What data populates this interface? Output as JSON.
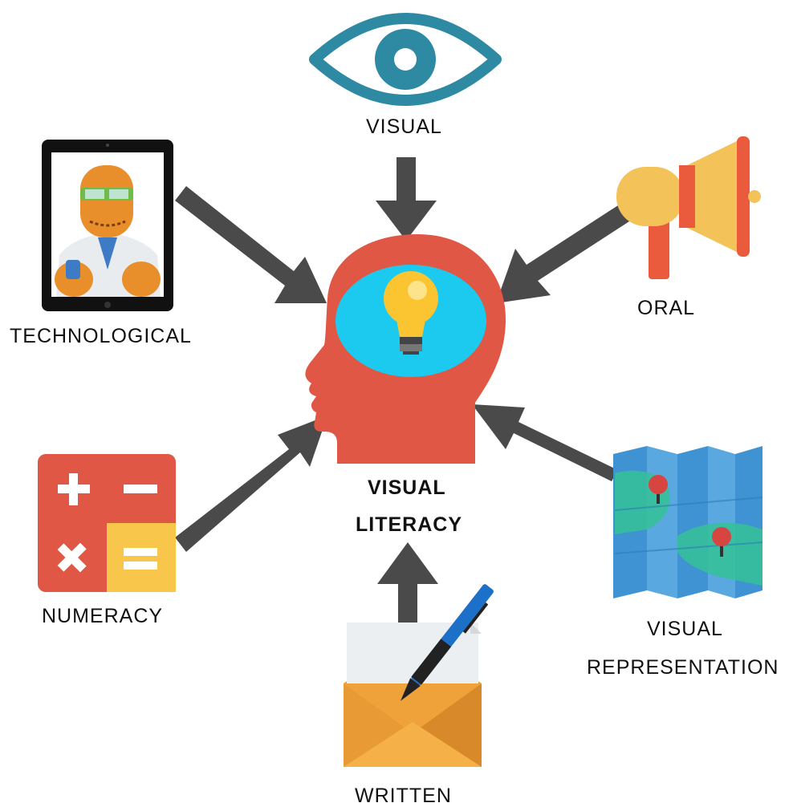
{
  "center": {
    "line1": "VISUAL",
    "line2": "LITERACY"
  },
  "inputs": {
    "visual": "VISUAL",
    "oral": "ORAL",
    "technological": "TECHNOLOGICAL",
    "numeracy": "NUMERACY",
    "visual_representation": {
      "line1": "VISUAL",
      "line2": "REPRESENTATION"
    },
    "written": "WRITTEN"
  },
  "colors": {
    "arrow": "#4a4a4a",
    "head": "#e15745",
    "brain": "#1ccaf0",
    "bulb": "#fbc531",
    "eye": "#2e8aa3",
    "megaphone": "#f3c35a",
    "megaphone_accent": "#ea5a3c",
    "calculator": "#e15745",
    "map_blue": "#4b9fd9",
    "map_green": "#35c09a",
    "envelope": "#f0a23a",
    "pen": "#1d70c7"
  },
  "icons": [
    "eye-icon",
    "tablet-scientist-icon",
    "megaphone-icon",
    "calculator-icon",
    "folded-map-icon",
    "envelope-pen-icon",
    "head-lightbulb-icon"
  ]
}
